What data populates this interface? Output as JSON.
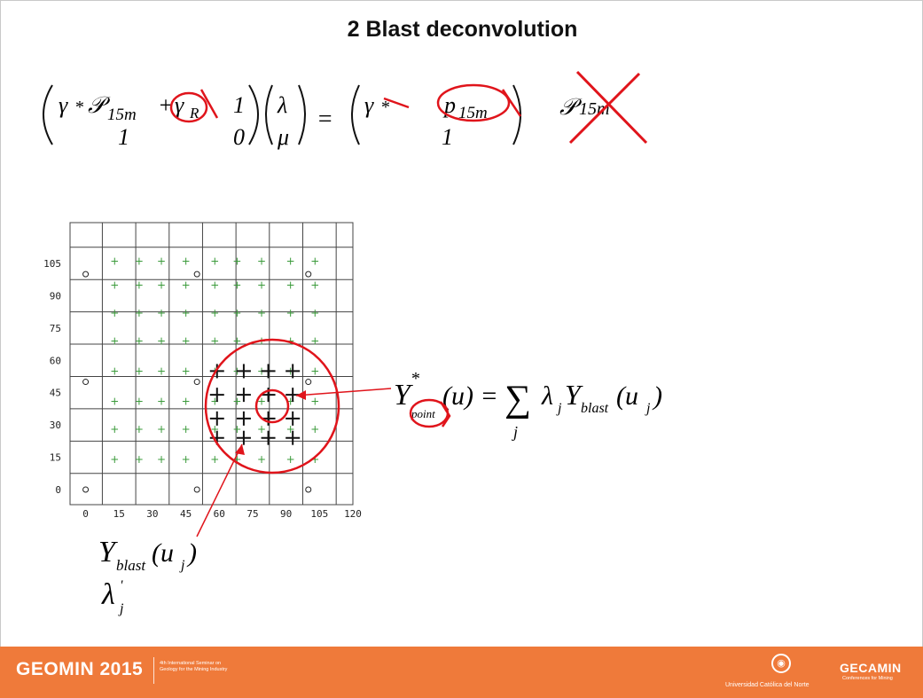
{
  "slide": {
    "title": "2 Blast deconvolution"
  },
  "equation_top": {
    "m11_gamma": "γ",
    "m11_star": "*",
    "m11_P": "𝒫",
    "m11_sub": "15m",
    "m11_plus": "+",
    "m11_gammaR": "γ",
    "m11_R": "R",
    "m12": "1",
    "m21": "1",
    "m22": "0",
    "v1": "λ",
    "v2": "μ",
    "equals": "=",
    "r1_gamma": "γ",
    "r1_star": "*",
    "r1_p": "p",
    "r1_sub": "15m",
    "r2": "1",
    "crossed_P": "𝒫",
    "crossed_sub": "15m"
  },
  "grid_chart": {
    "ticks": [
      "0",
      "15",
      "30",
      "45",
      "60",
      "75",
      "90",
      "105",
      "120"
    ]
  },
  "annotation_right": {
    "Y": "Y",
    "star": "*",
    "sub_point": "point",
    "arg": "(u) =",
    "sum": "∑",
    "sum_idx": "j",
    "lambda": "λ",
    "lambda_sub": "j",
    "Y2": "Y",
    "Y2_sub": "blast",
    "Y2_arg": "(u",
    "Y2_arg_sub": "j",
    "Y2_close": ")"
  },
  "annotation_left": {
    "Y": "Y",
    "Y_sub": "blast",
    "arg": "(u",
    "arg_sub": "j",
    "close": ")",
    "lambda": "λ",
    "lambda_prime": "'",
    "lambda_sub": "j"
  },
  "footer": {
    "brand": "GEOMIN 2015",
    "seminar_line1": "4th International Seminar on",
    "seminar_line2": "Geology for the Mining Industry",
    "university": "Universidad Católica del Norte",
    "org": "GECAMIN",
    "org_sub": "Conferences for Mining"
  },
  "colors": {
    "ink": "#111111",
    "annotation_red": "#e0141b",
    "grid_plus": "#3a9a3a",
    "footer_bg": "#ef7a3a"
  }
}
